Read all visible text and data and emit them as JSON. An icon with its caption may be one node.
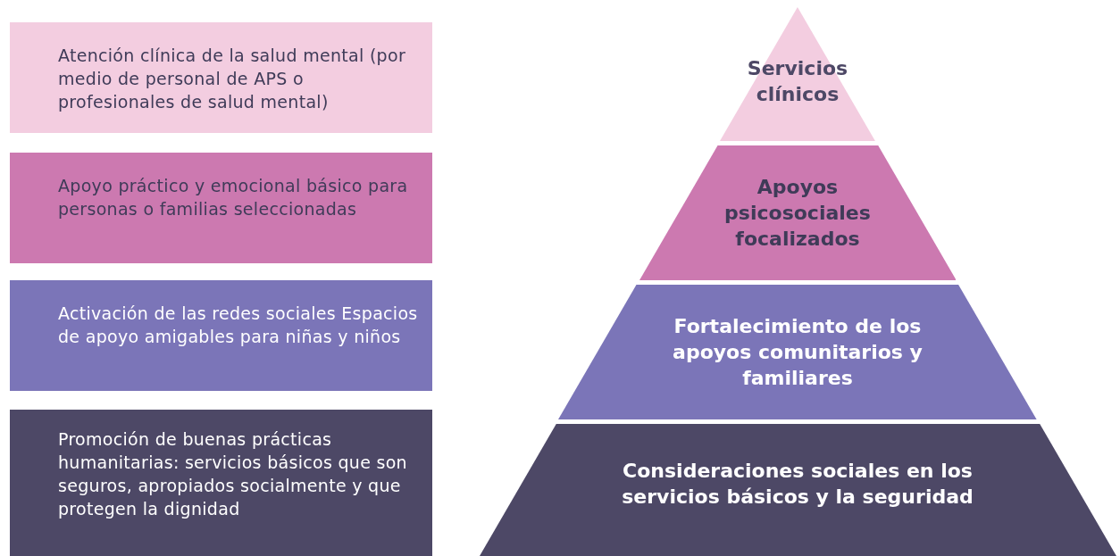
{
  "diagram": {
    "nodes": [
      {
        "text": [
          "Atención clínica de la salud mental (por medio de personal de APS o profesionales de salud mental)"
        ]
      },
      {
        "text": [
          "Apoyo práctico y emocional básico para personas o familias seleccionadas"
        ]
      },
      {
        "text": [
          "Activación de las redes sociales Espacios de apoyo amigables para niñas y niños"
        ]
      },
      {
        "text": [
          "Promoción de buenas prácticas humanitarias: servicios básicos que son seguros, apropiados socialmente y que protegen la dignidad"
        ]
      },
      {
        "text": [
          "Servicios clínicos"
        ]
      },
      {
        "text": [
          "Apoyos psicosociales focalizados"
        ]
      },
      {
        "text": [
          "Fortalecimiento de los apoyos comunitarios y familiares"
        ]
      },
      {
        "text": [
          "Consideraciones sociales en los servicios básicos y la seguridad"
        ]
      }
    ]
  }
}
